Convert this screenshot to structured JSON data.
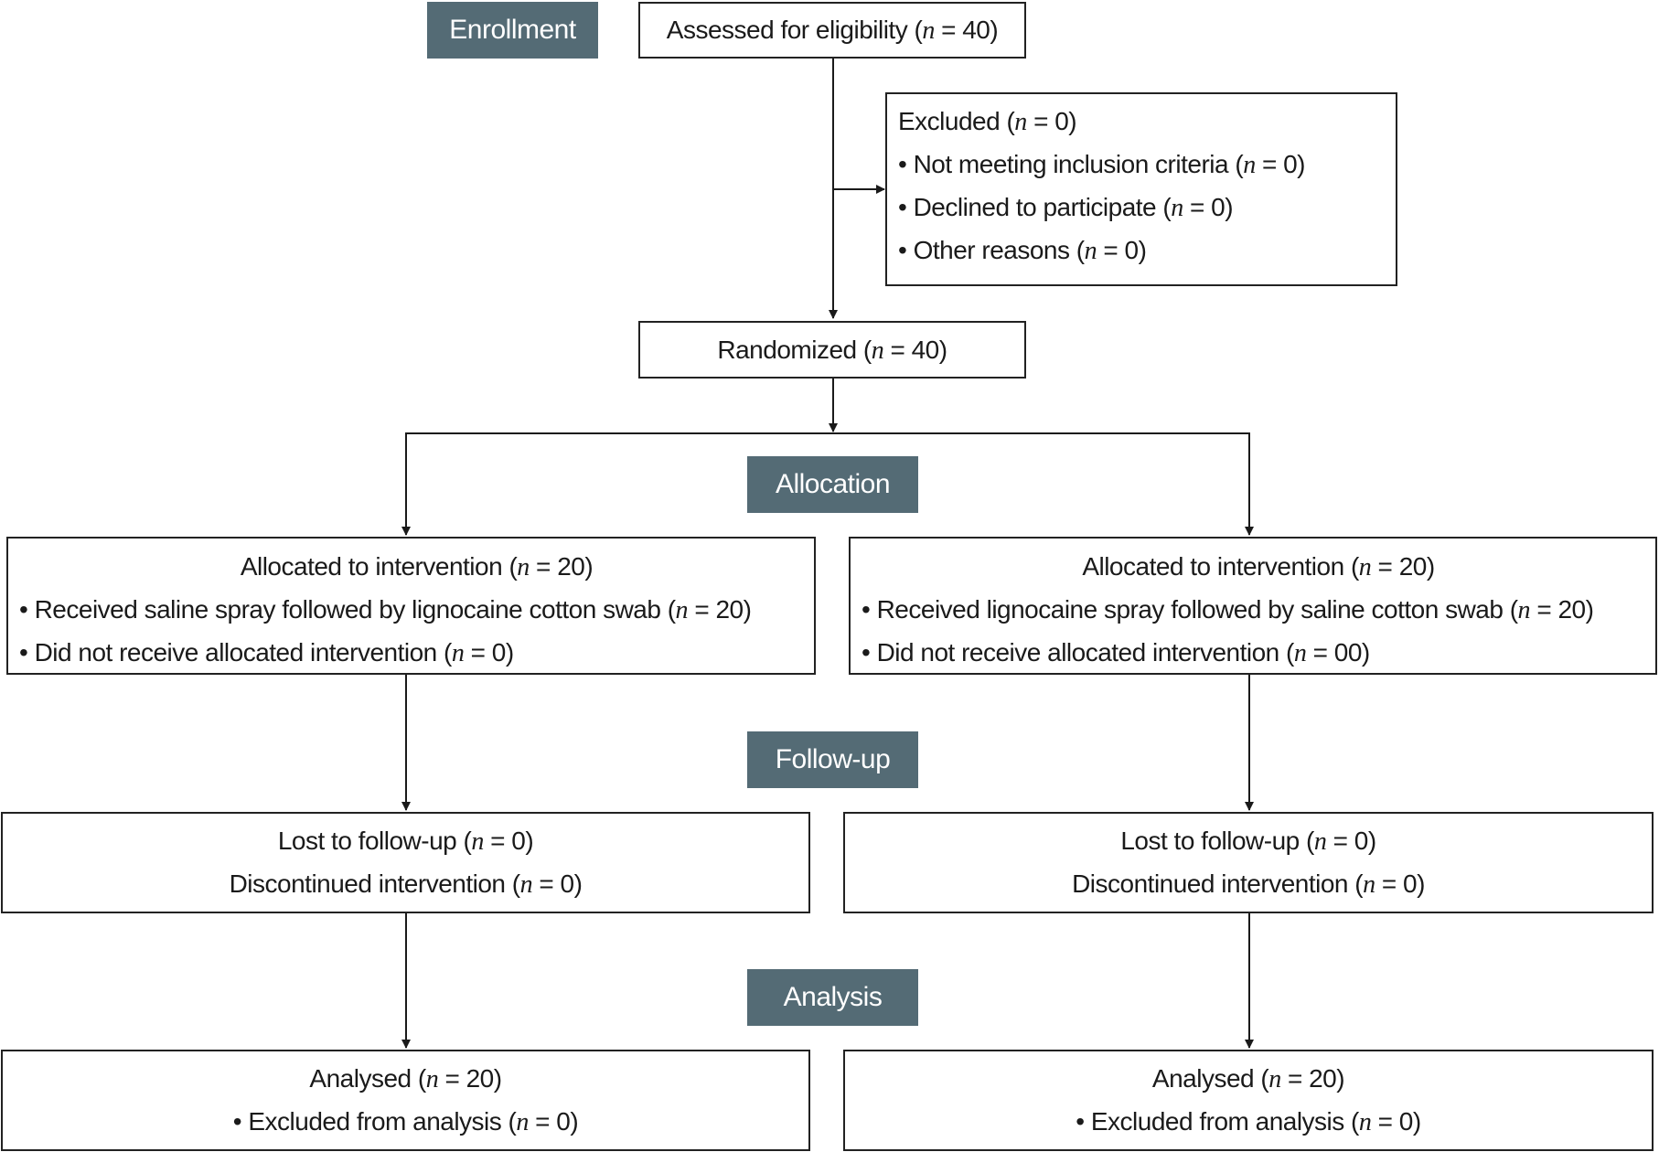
{
  "stages": {
    "enrollment": "Enrollment",
    "allocation": "Allocation",
    "followup": "Follow-up",
    "analysis": "Analysis"
  },
  "assessed": {
    "label": "Assessed for eligibility (",
    "n": "n",
    "eq": " = 40)"
  },
  "excluded": {
    "title": {
      "label": "Excluded (",
      "n": "n",
      "eq": " = 0)"
    },
    "items": [
      {
        "label": "• Not meeting inclusion criteria (",
        "n": "n",
        "eq": " = 0)"
      },
      {
        "label": "• Declined to participate (",
        "n": "n",
        "eq": " = 0)"
      },
      {
        "label": "• Other reasons (",
        "n": "n",
        "eq": " = 0)"
      }
    ]
  },
  "randomized": {
    "label": "Randomized (",
    "n": "n",
    "eq": " = 40)"
  },
  "allocation": {
    "left": {
      "title": {
        "label": "Allocated to intervention (",
        "n": "n",
        "eq": " = 20)"
      },
      "items": [
        {
          "label": "• Received saline spray followed by lignocaine cotton swab (",
          "n": "n",
          "eq": " = 20)"
        },
        {
          "label": "• Did not receive allocated intervention (",
          "n": "n",
          "eq": " = 0)"
        }
      ]
    },
    "right": {
      "title": {
        "label": "Allocated to intervention (",
        "n": "n",
        "eq": " = 20)"
      },
      "items": [
        {
          "label": "• Received lignocaine spray followed by saline cotton swab (",
          "n": "n",
          "eq": " = 20)"
        },
        {
          "label": "• Did not receive allocated intervention (",
          "n": "n",
          "eq": " = 00)"
        }
      ]
    }
  },
  "followup": {
    "left": [
      {
        "label": "Lost to follow-up (",
        "n": "n",
        "eq": " = 0)"
      },
      {
        "label": "Discontinued intervention (",
        "n": "n",
        "eq": " = 0)"
      }
    ],
    "right": [
      {
        "label": "Lost to follow-up (",
        "n": "n",
        "eq": " = 0)"
      },
      {
        "label": "Discontinued intervention (",
        "n": "n",
        "eq": " = 0)"
      }
    ]
  },
  "analysis": {
    "left": [
      {
        "label": "Analysed (",
        "n": "n",
        "eq": " = 20)"
      },
      {
        "label": "• Excluded from analysis (",
        "n": "n",
        "eq": " = 0)"
      }
    ],
    "right": [
      {
        "label": "Analysed (",
        "n": "n",
        "eq": " = 20)"
      },
      {
        "label": "• Excluded from analysis (",
        "n": "n",
        "eq": " = 0)"
      }
    ]
  },
  "colors": {
    "stage_bg": "#546b75",
    "stage_text": "#ffffff",
    "line": "#1a1a1a"
  }
}
